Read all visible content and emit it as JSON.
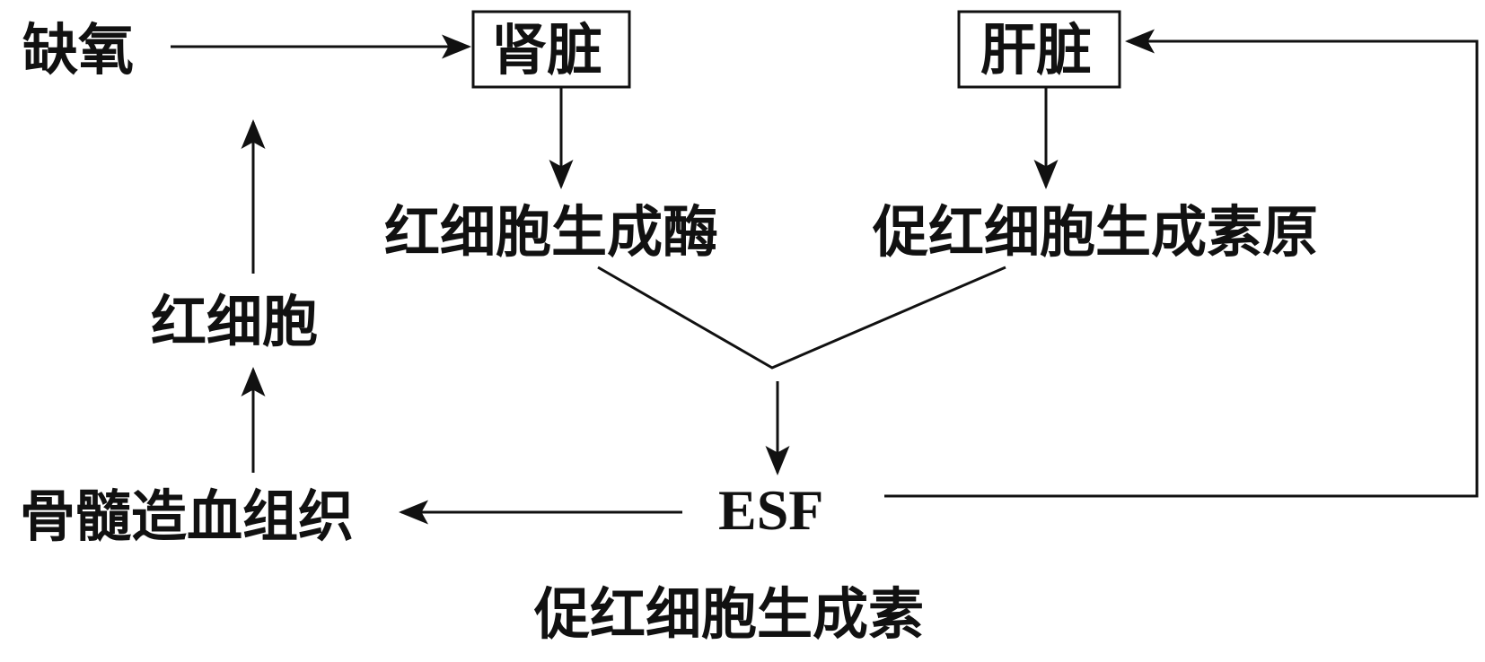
{
  "nodes": {
    "hypoxia": "缺氧",
    "kidney": "肾脏",
    "liver": "肝脏",
    "rbc_generating_enzyme": "红细胞生成酶",
    "erythropoietinogen": "促红细胞生成素原",
    "red_blood_cells": "红细胞",
    "esf": "ESF",
    "esf_caption": "促红细胞生成素",
    "bone_marrow": "骨髓造血组织"
  },
  "colors": {
    "ink": "#111111",
    "background": "#ffffff"
  }
}
